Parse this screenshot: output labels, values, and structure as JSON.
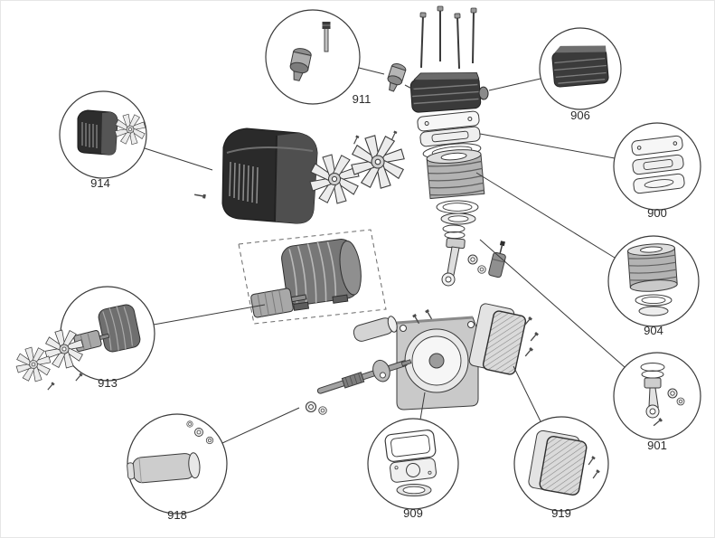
{
  "diagram": {
    "type": "exploded-parts-diagram",
    "callouts": [
      {
        "label": "914"
      },
      {
        "label": "911"
      },
      {
        "label": "906"
      },
      {
        "label": "900"
      },
      {
        "label": "904"
      },
      {
        "label": "901"
      },
      {
        "label": "919"
      },
      {
        "label": "909"
      },
      {
        "label": "918"
      },
      {
        "label": "913"
      }
    ],
    "colors": {
      "background": "#ffffff",
      "line": "#3a3a3a",
      "dark_fill": "#2d2d2d",
      "mid_fill": "#8a8a8a",
      "light_fill": "#d9d9d9"
    }
  }
}
